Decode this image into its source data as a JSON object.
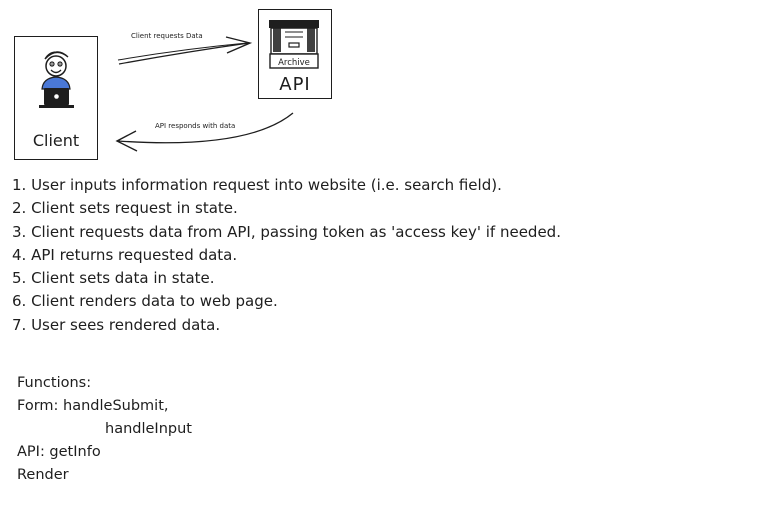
{
  "diagram": {
    "client": {
      "label": "Client"
    },
    "api": {
      "label": "API",
      "icon_label": "Archive"
    },
    "arrows": {
      "request": "Client requests Data",
      "response": "API responds with data"
    }
  },
  "steps": [
    "1.  User inputs information request into website (i.e. search field).",
    "2. Client sets request in state.",
    "3. Client requests data from API, passing token as 'access key' if needed.",
    "4. API returns requested data.",
    "5. Client sets data in state.",
    "6. Client renders data to web page.",
    "7. User sees rendered data."
  ],
  "functions": {
    "heading": "Functions:",
    "form_line1": "Form: handleSubmit,",
    "form_line2": "handleInput",
    "api_line": "API: getInfo",
    "render_line": "Render"
  },
  "colors": {
    "stroke": "#1e1e1e",
    "face": "#ffffff",
    "laptop": "#1e1e1e",
    "shirt": "#4a78d6"
  }
}
